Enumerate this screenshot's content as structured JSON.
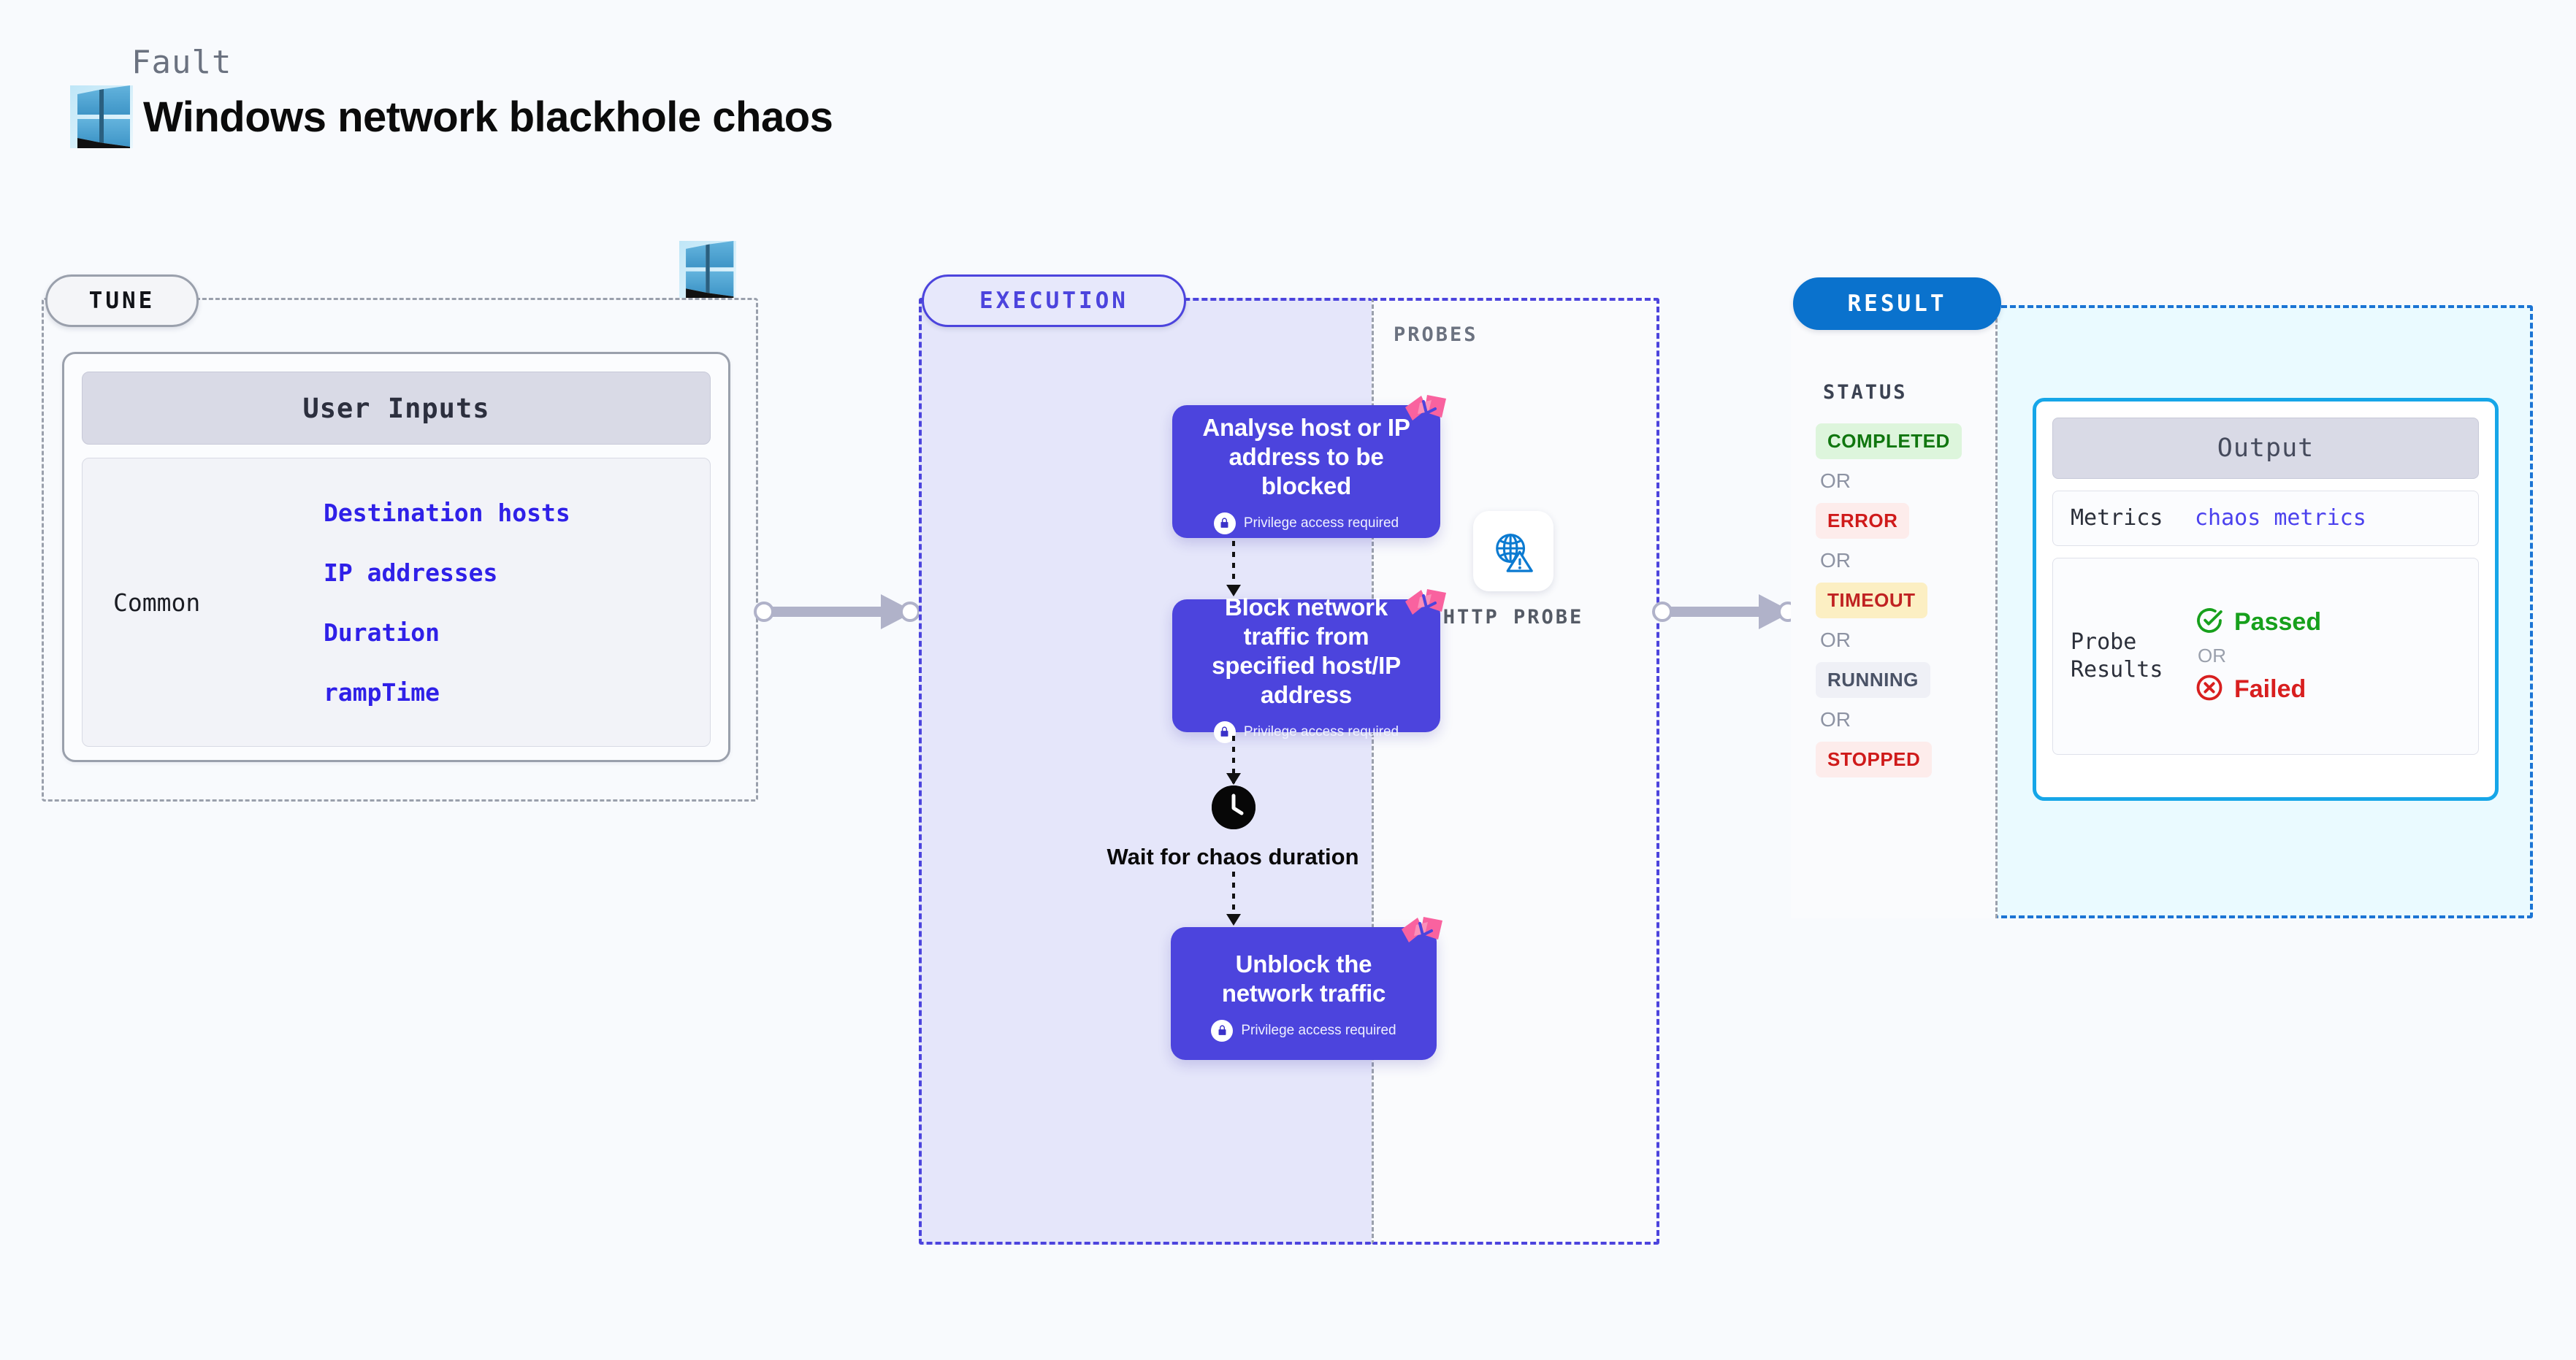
{
  "header": {
    "kicker": "Fault",
    "title": "Windows network blackhole chaos",
    "icon": "windows-logo"
  },
  "tune": {
    "pill_label": "TUNE",
    "icon": "windows-logo",
    "user_inputs_header": "User Inputs",
    "group_label": "Common",
    "parameters": [
      "Destination hosts",
      "IP addresses",
      "Duration",
      "rampTime"
    ]
  },
  "execution": {
    "pill_label": "EXECUTION",
    "nodes": [
      {
        "title": "Analyse host or IP address to be blocked",
        "privilege_note": "Privilege access required",
        "badge_icon": "chaos-ribbon-icon",
        "lock_icon": "lock-icon"
      },
      {
        "title": "Block network traffic from specified host/IP address",
        "privilege_note": "Privilege access required",
        "badge_icon": "chaos-ribbon-icon",
        "lock_icon": "lock-icon"
      },
      {
        "title": "Unblock the network traffic",
        "privilege_note": "Privilege access required",
        "badge_icon": "chaos-ribbon-icon",
        "lock_icon": "lock-icon"
      }
    ],
    "wait_step": {
      "label": "Wait for chaos duration",
      "icon": "clock-icon"
    }
  },
  "probes": {
    "section_label": "PROBES",
    "items": [
      {
        "label": "HTTP PROBE",
        "icon": "globe-warning-icon"
      }
    ]
  },
  "result": {
    "pill_label": "RESULT",
    "status_title": "STATUS",
    "or_label": "OR",
    "statuses": [
      {
        "label": "COMPLETED",
        "bg": "#ddf5dc",
        "fg": "#10760f"
      },
      {
        "label": "ERROR",
        "bg": "#fdeceb",
        "fg": "#cf1a1a"
      },
      {
        "label": "TIMEOUT",
        "bg": "#fcefc3",
        "fg": "#c02222"
      },
      {
        "label": "RUNNING",
        "bg": "#eff0f6",
        "fg": "#4a5266"
      },
      {
        "label": "STOPPED",
        "bg": "#fdeceb",
        "fg": "#cf1a1a"
      }
    ],
    "output": {
      "header": "Output",
      "metrics_key": "Metrics",
      "metrics_value": "chaos metrics",
      "probe_results_key": "Probe Results",
      "passed_label": "Passed",
      "failed_label": "Failed",
      "or_label": "OR",
      "passed_icon": "check-circle-icon",
      "failed_icon": "x-circle-icon"
    }
  },
  "colors": {
    "page_bg": "#f8fafd",
    "execution_purple": "#4c44dd",
    "execution_bg": "#e5e6fa",
    "result_blue": "#1b74d4",
    "result_bg": "#eafaff",
    "output_border": "#16a6e8",
    "ribbon_pink": "#f9629f",
    "param_blue": "#2f20e8",
    "connector_gray": "#b0b2c9"
  }
}
